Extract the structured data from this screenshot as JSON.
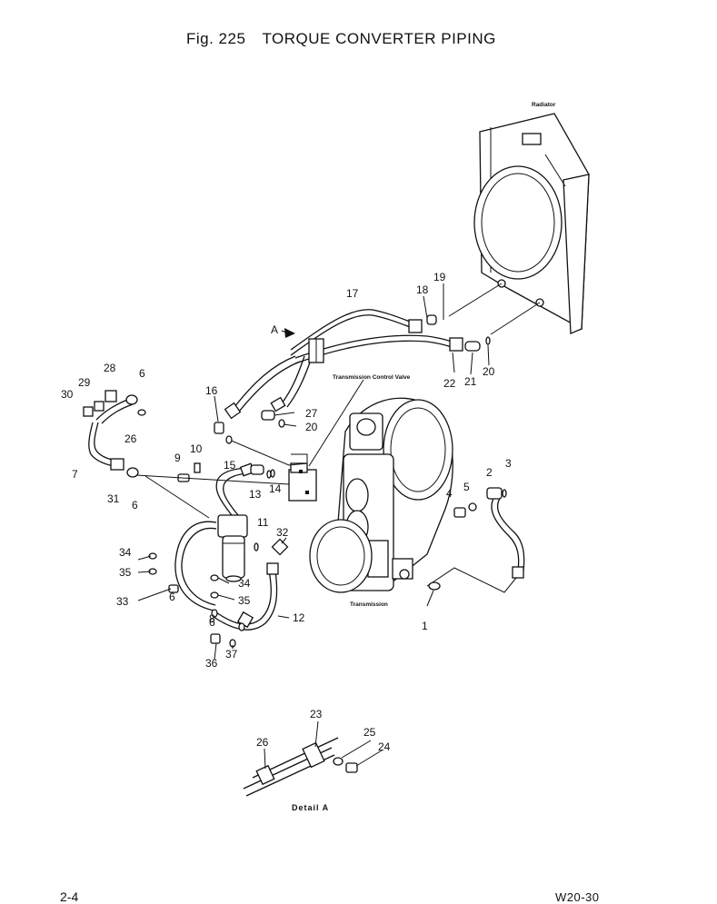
{
  "title": {
    "figure": "Fig. 225",
    "text": "TORQUE CONVERTER PIPING"
  },
  "footer": {
    "page": "2-4",
    "model": "W20-30"
  },
  "component_labels": {
    "radiator": "Radiator",
    "transmission_control_valve": "Transmission Control Valve",
    "transmission": "Transmission"
  },
  "detail": {
    "label": "Detail A",
    "arrow_label": "A"
  },
  "part_numbers": [
    "1",
    "2",
    "3",
    "4",
    "5",
    "6",
    "6",
    "6",
    "6",
    "7",
    "8",
    "9",
    "10",
    "11",
    "12",
    "13",
    "14",
    "15",
    "16",
    "17",
    "18",
    "19",
    "20",
    "20",
    "21",
    "22",
    "23",
    "24",
    "25",
    "26",
    "26",
    "27",
    "28",
    "29",
    "30",
    "31",
    "32",
    "33",
    "34",
    "34",
    "35",
    "35",
    "36",
    "37"
  ]
}
